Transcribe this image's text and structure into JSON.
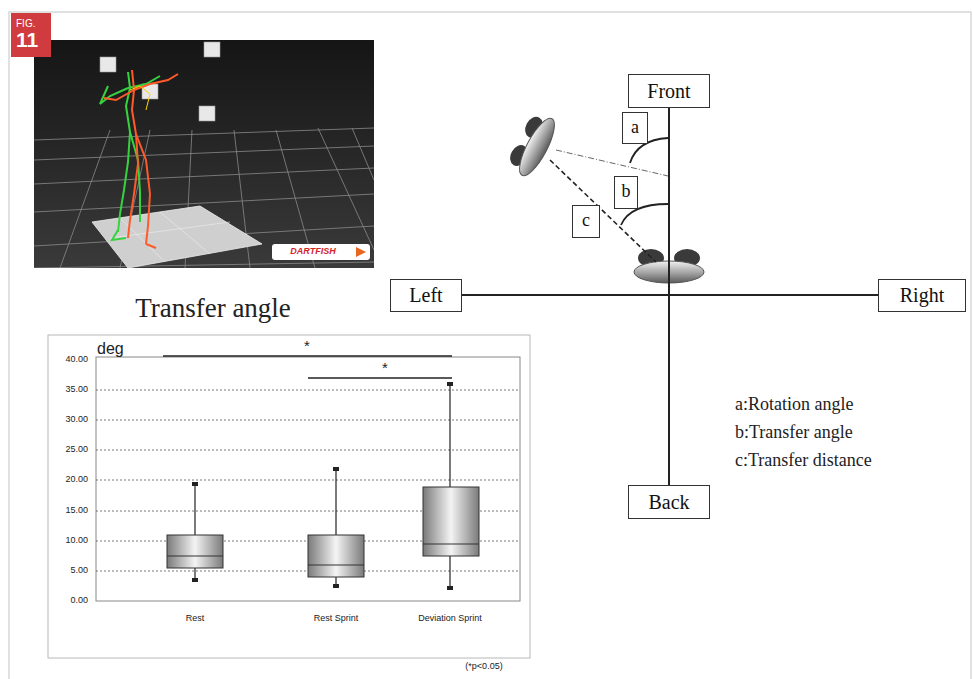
{
  "diagram": {
    "nodes": [
      {
        "text": [
          "FIG.",
          "11"
        ]
      },
      {
        "text": [
          "Front"
        ]
      },
      {
        "text": [
          "a"
        ]
      },
      {
        "text": [
          "b"
        ]
      },
      {
        "text": [
          "c"
        ]
      },
      {
        "text": [
          "Left"
        ]
      },
      {
        "text": [
          "Right"
        ]
      },
      {
        "text": [
          "Back"
        ]
      }
    ],
    "edges": [
      {
        "from": 1,
        "to": 7,
        "arrow": "none"
      },
      {
        "from": 5,
        "to": 6,
        "arrow": "none"
      }
    ],
    "labels": [
      "Transfer angle",
      "deg",
      "40.00",
      "35.00",
      "30.00",
      "25.00",
      "20.00",
      "15.00",
      "10.00",
      "5.00",
      "0.00",
      "*",
      "*",
      "Rest",
      "Rest Sprint",
      "Deviation Sprint",
      "(*p<0.05)",
      "a:Rotation angle",
      "b:Transfer angle",
      "c:Transfer distance",
      "DARTFISH"
    ]
  }
}
